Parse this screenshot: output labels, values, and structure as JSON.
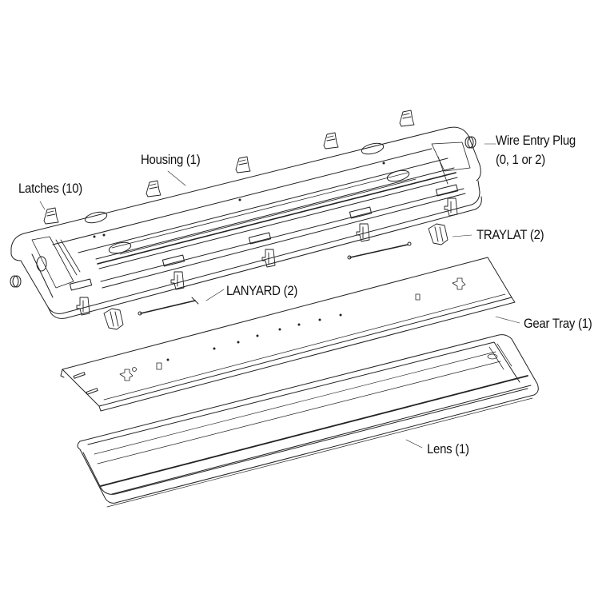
{
  "diagram": {
    "type": "exploded-parts-view",
    "subject": "linear vapor-tight light fixture",
    "parts": [
      {
        "id": "latches",
        "label": "Latches (10)"
      },
      {
        "id": "housing",
        "label": "Housing (1)"
      },
      {
        "id": "wire_entry_plug",
        "label": "Wire Entry Plug",
        "label_line2": "(0, 1 or 2)"
      },
      {
        "id": "traylat",
        "label": "TRAYLAT (2)"
      },
      {
        "id": "lanyard",
        "label": "LANYARD (2)"
      },
      {
        "id": "gear_tray",
        "label": "Gear Tray (1)"
      },
      {
        "id": "lens",
        "label": "Lens (1)"
      }
    ],
    "colors": {
      "line": "#222222",
      "background": "#ffffff",
      "text": "#111111"
    }
  }
}
